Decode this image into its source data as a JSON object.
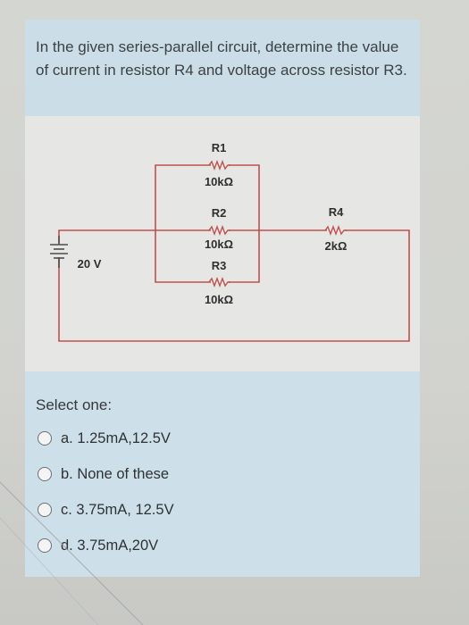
{
  "question": {
    "text": "In the given series-parallel circuit, determine the value of current in resistor R4 and voltage across resistor R3."
  },
  "circuit": {
    "source_label": "20 V",
    "resistors": [
      {
        "name": "R1",
        "value": "10kΩ"
      },
      {
        "name": "R2",
        "value": "10kΩ"
      },
      {
        "name": "R3",
        "value": "10kΩ"
      },
      {
        "name": "R4",
        "value": "2kΩ"
      }
    ],
    "wire_color": "#c0504d"
  },
  "answers": {
    "prompt": "Select one:",
    "options": [
      {
        "label": "a. 1.25mA,12.5V"
      },
      {
        "label": "b. None of these"
      },
      {
        "label": "c. 3.75mA, 12.5V"
      },
      {
        "label": "d. 3.75mA,20V"
      }
    ]
  }
}
